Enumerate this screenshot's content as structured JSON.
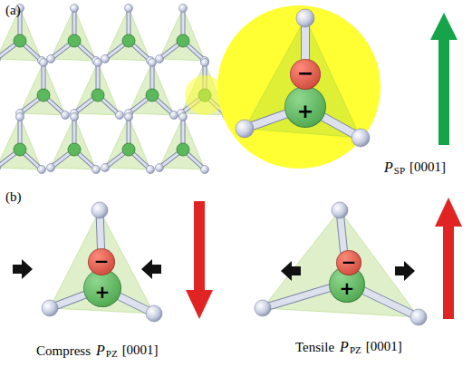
{
  "diagram": {
    "nodes": [
      {
        "text": [
          "−"
        ]
      },
      {
        "text": [
          "+"
        ]
      },
      {
        "text": [
          "−"
        ]
      },
      {
        "text": [
          "+"
        ]
      },
      {
        "text": [
          "−"
        ]
      },
      {
        "text": [
          "+"
        ]
      }
    ],
    "labels": [
      "(a)",
      "P",
      "SP",
      "[0001]",
      "(b)",
      "Compress",
      "P",
      "PZ",
      "[0001]",
      "Tensile",
      "P",
      "PZ",
      "[0001]"
    ]
  }
}
